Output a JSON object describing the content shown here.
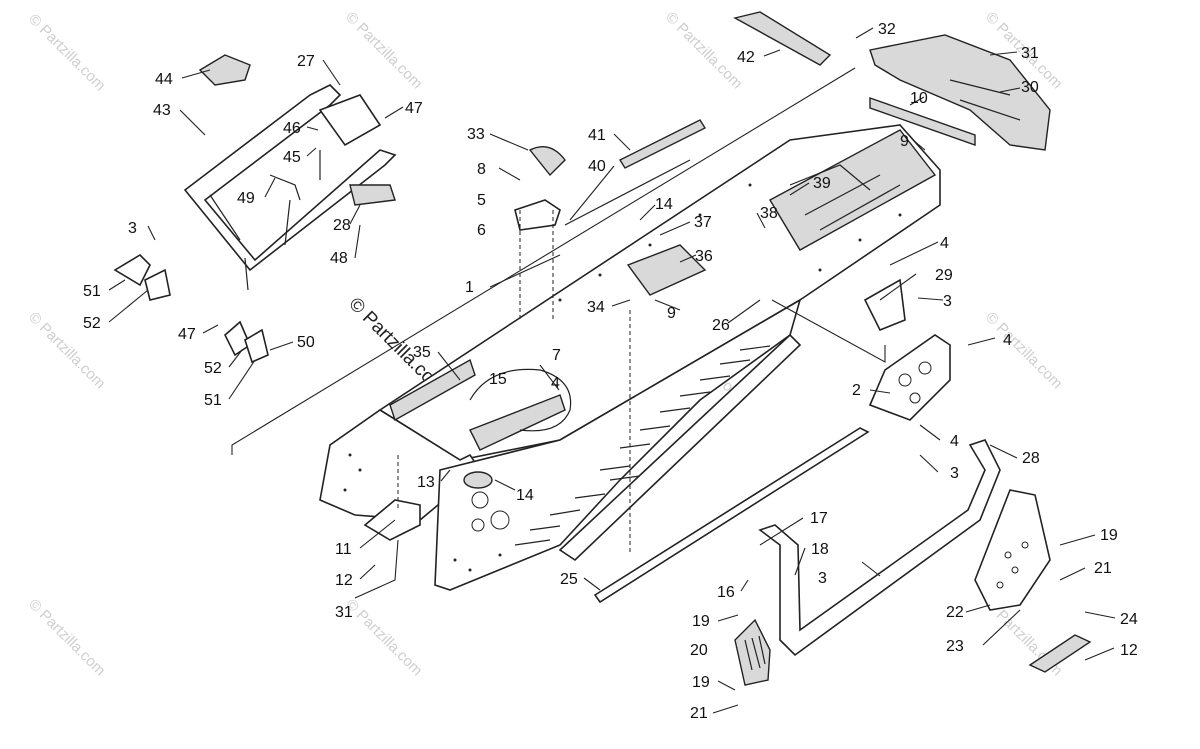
{
  "watermark": "© Partzilla.com",
  "callouts": {
    "c1": "1",
    "c2": "2",
    "c3a": "3",
    "c3b": "3",
    "c3c": "3",
    "c3d": "3",
    "c4a": "4",
    "c4b": "4",
    "c4c": "4",
    "c4d": "4",
    "c5": "5",
    "c6": "6",
    "c7": "7",
    "c8": "8",
    "c9a": "9",
    "c9b": "9",
    "c10": "10",
    "c11": "11",
    "c12a": "12",
    "c12b": "12",
    "c13": "13",
    "c14a": "14",
    "c14b": "14",
    "c15": "15",
    "c16": "16",
    "c17": "17",
    "c18": "18",
    "c19a": "19",
    "c19b": "19",
    "c19c": "19",
    "c20": "20",
    "c21a": "21",
    "c21b": "21",
    "c22": "22",
    "c23": "23",
    "c24": "24",
    "c25": "25",
    "c26": "26",
    "c27": "27",
    "c28a": "28",
    "c28b": "28",
    "c29": "29",
    "c30": "30",
    "c31a": "31",
    "c31b": "31",
    "c32": "32",
    "c33": "33",
    "c34": "34",
    "c35": "35",
    "c36": "36",
    "c37": "37",
    "c38": "38",
    "c39": "39",
    "c40": "40",
    "c41": "41",
    "c42": "42",
    "c43": "43",
    "c44": "44",
    "c45": "45",
    "c46": "46",
    "c47a": "47",
    "c47b": "47",
    "c48": "48",
    "c49": "49",
    "c50": "50",
    "c51a": "51",
    "c51b": "51",
    "c52a": "52",
    "c52b": "52"
  }
}
